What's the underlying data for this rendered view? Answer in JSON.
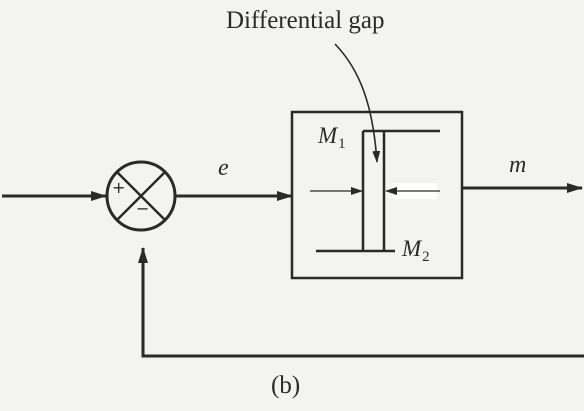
{
  "diagram": {
    "annotation_label": "Differential gap",
    "error_signal_label": "e",
    "output_signal_label": "m",
    "upper_switch_level_label": "M",
    "upper_switch_level_subscript": "1",
    "lower_switch_level_label": "M",
    "lower_switch_level_subscript": "2",
    "summing_plus_sign": "+",
    "summing_minus_sign": "−",
    "caption": "(b)"
  }
}
